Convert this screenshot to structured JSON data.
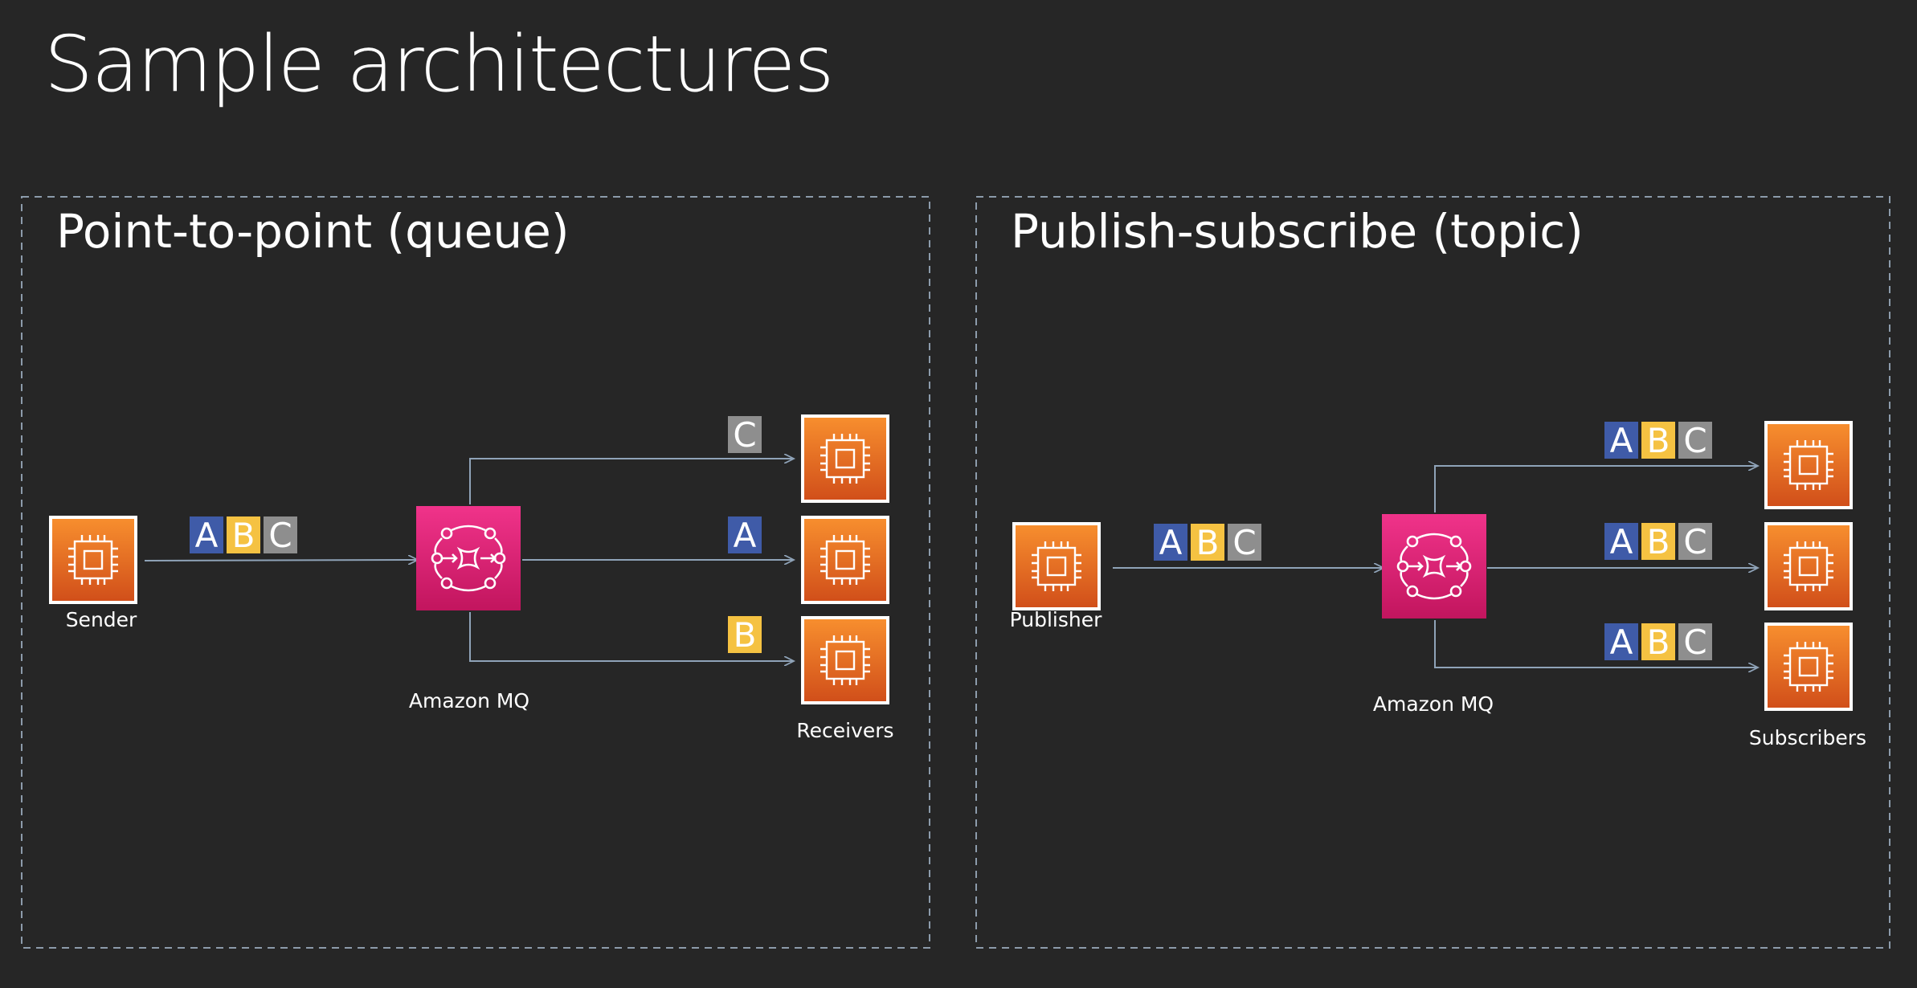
{
  "title": "Sample architectures",
  "colors": {
    "background": "#262626",
    "arrow": "#8fa3b8",
    "panel_border": "#8c9bab",
    "message_A": "#3f5ba8",
    "message_B": "#f5c242",
    "message_C": "#8e8e8e",
    "ec2_top": "#f78e2e",
    "ec2_bottom": "#d14f1a",
    "mq_top": "#f0338a",
    "mq_bottom": "#c2155e"
  },
  "icons": {
    "node": "ec2-instance-chip-icon",
    "broker": "amazon-mq-icon"
  },
  "panels": [
    {
      "title": "Point-to-point (queue)",
      "source_label": "Sender",
      "broker_label": "Amazon MQ",
      "targets_label": "Receivers",
      "sent_messages": [
        "A",
        "B",
        "C"
      ],
      "delivered": [
        [
          "C"
        ],
        [
          "A"
        ],
        [
          "B"
        ]
      ]
    },
    {
      "title": "Publish-subscribe (topic)",
      "source_label": "Publisher",
      "broker_label": "Amazon MQ",
      "targets_label": "Subscribers",
      "sent_messages": [
        "A",
        "B",
        "C"
      ],
      "delivered": [
        [
          "A",
          "B",
          "C"
        ],
        [
          "A",
          "B",
          "C"
        ],
        [
          "A",
          "B",
          "C"
        ]
      ]
    }
  ]
}
